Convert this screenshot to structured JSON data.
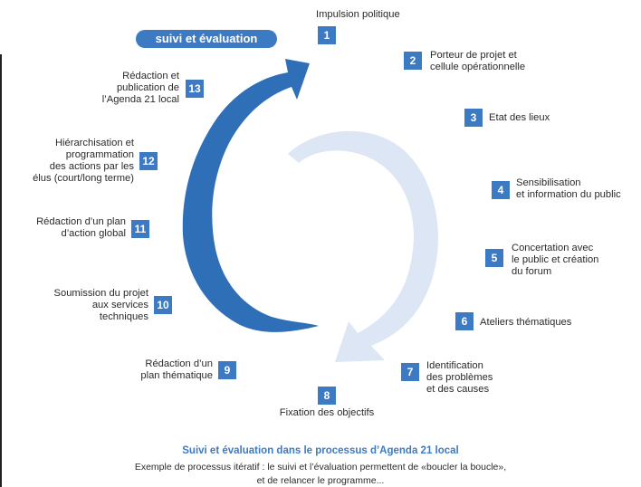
{
  "header": {
    "pill_label": "suivi et évaluation"
  },
  "colors": {
    "accent": "#3d7ac4",
    "arrow_dark": "#2f6fb8",
    "arrow_light": "#dce6f5"
  },
  "steps": [
    {
      "number": "1",
      "label": "Impulsion politique"
    },
    {
      "number": "2",
      "label": "Porteur de projet et\ncellule opérationnelle"
    },
    {
      "number": "3",
      "label": "Etat des lieux"
    },
    {
      "number": "4",
      "label": "Sensibilisation\net information du public"
    },
    {
      "number": "5",
      "label": "Concertation avec\nle public et création\ndu forum"
    },
    {
      "number": "6",
      "label": "Ateliers thématiques"
    },
    {
      "number": "7",
      "label": "Identification\ndes problèmes\net des causes"
    },
    {
      "number": "8",
      "label": "Fixation des objectifs"
    },
    {
      "number": "9",
      "label": "Rédaction d’un\nplan thématique"
    },
    {
      "number": "10",
      "label": "Soumission du projet\naux services\ntechniques"
    },
    {
      "number": "11",
      "label": "Rédaction d’un plan\nd’action global"
    },
    {
      "number": "12",
      "label": "Hiérarchisation et\nprogrammation\ndes actions par les\nélus (court/long terme)"
    },
    {
      "number": "13",
      "label": "Rédaction et\npublication de\nl’Agenda 21 local"
    }
  ],
  "caption": {
    "title": "Suivi et évaluation dans le processus d’Agenda 21 local",
    "line1": "Exemple de processus itératif : le suivi et l’évaluation permettent de «boucler la boucle»,",
    "line2": "et de relancer le programme..."
  }
}
